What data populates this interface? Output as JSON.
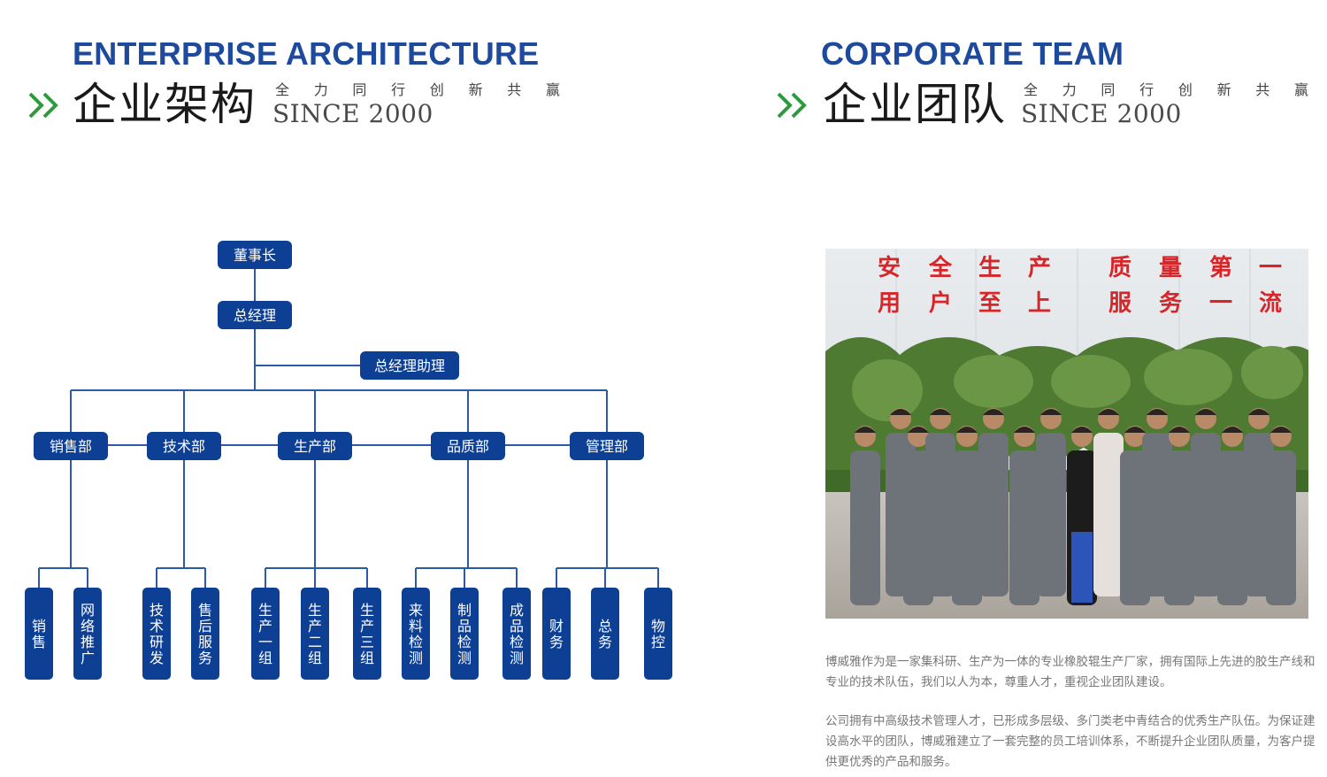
{
  "left": {
    "en_title": "ENTERPRISE ARCHITECTURE",
    "cn_title": "企业架构",
    "slogan": "全 力 同 行 创 新 共 赢",
    "since": "SINCE 2000"
  },
  "right": {
    "en_title": "CORPORATE TEAM",
    "cn_title": "企业团队",
    "slogan": "全 力 同 行 创 新 共 赢",
    "since": "SINCE 2000",
    "photo": {
      "wall_text_row1": [
        "安",
        "全",
        "生",
        "产",
        "质",
        "量",
        "第",
        "一"
      ],
      "wall_text_row2": [
        "用",
        "户",
        "至",
        "上",
        "服",
        "务",
        "一",
        "流"
      ]
    },
    "paragraph1": "博威雅作为是一家集科研、生产为一体的专业橡胶辊生产厂家，拥有国际上先进的胶生产线和专业的技术队伍，我们以人为本，尊重人才，重视企业团队建设。",
    "paragraph2": "公司拥有中高级技术管理人才，已形成多层级、多门类老中青结合的优秀生产队伍。为保证建设高水平的团队，博威雅建立了一套完整的员工培训体系，不断提升企业团队质量，为客户提供更优秀的产品和服务。"
  },
  "org": {
    "chairman": "董事长",
    "general_manager": "总经理",
    "assistant": "总经理助理",
    "departments": [
      {
        "name": "销售部",
        "subs": [
          "销售",
          "网络推广"
        ]
      },
      {
        "name": "技术部",
        "subs": [
          "技术研发",
          "售后服务"
        ]
      },
      {
        "name": "生产部",
        "subs": [
          "生产一组",
          "生产二组",
          "生产三组"
        ]
      },
      {
        "name": "品质部",
        "subs": [
          "来料检测",
          "制品检测",
          "成品检测"
        ]
      },
      {
        "name": "管理部",
        "subs": [
          "财务",
          "总务",
          "物控"
        ]
      }
    ]
  },
  "colors": {
    "node_fill": "#0d3f95",
    "line": "#2a5aa8",
    "title_blue": "#1d4a9c",
    "chevron": "#2e9a3e"
  }
}
